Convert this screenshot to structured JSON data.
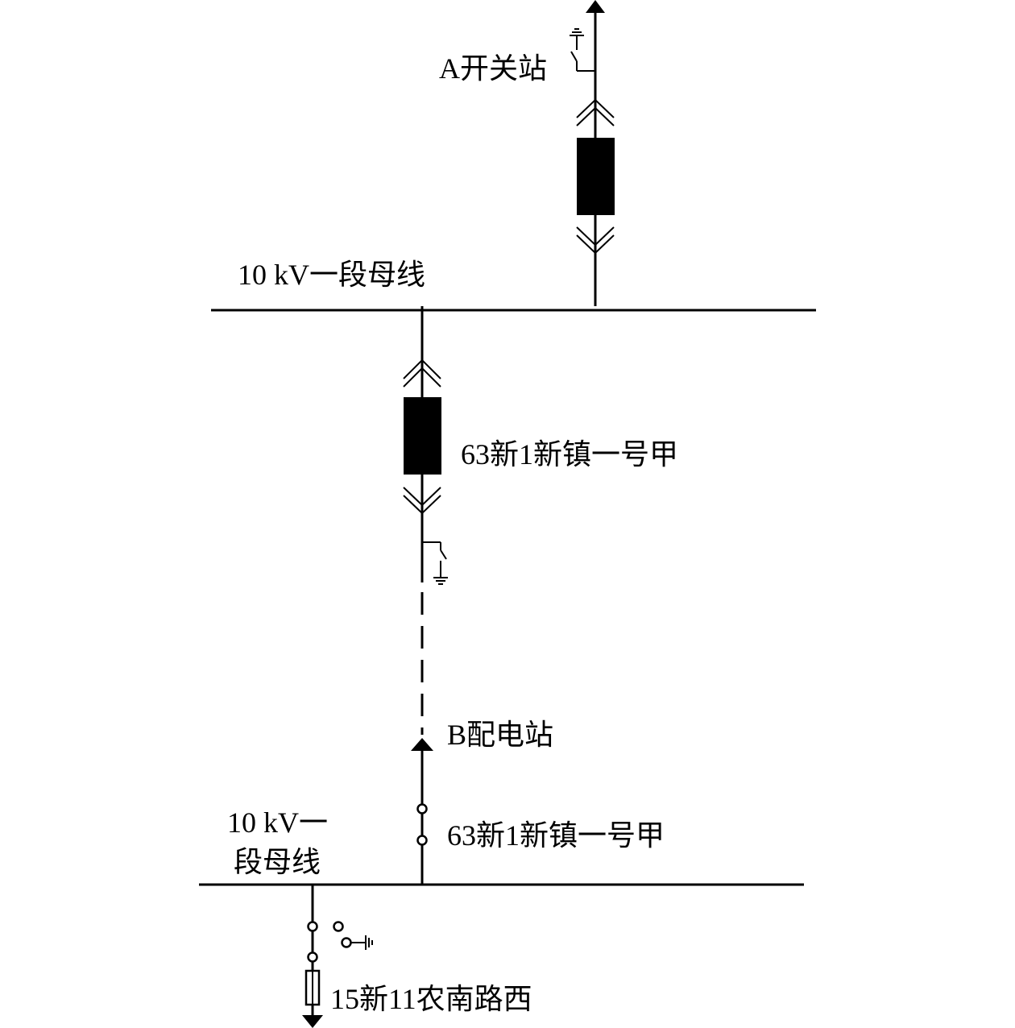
{
  "labels": {
    "station_a": "A开关站",
    "bus_top": "10 kV一段母线",
    "feeder_top": "63新1新镇一号甲",
    "station_b": "B配电站",
    "bus_bottom_line1": "10 kV一",
    "bus_bottom_line2": "段母线",
    "feeder_bottom": "63新1新镇一号甲",
    "feeder_outgoing": "15新11农南路西"
  }
}
